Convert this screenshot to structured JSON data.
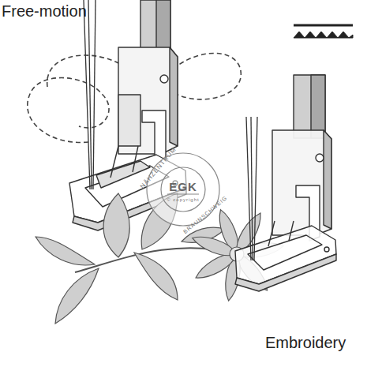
{
  "diagram": {
    "labels": [
      "Free-motion",
      "Embroidery",
      "NÄHZENTRUM",
      "EGK",
      "© copyright",
      "BRAUNSCHWEIG"
    ]
  }
}
